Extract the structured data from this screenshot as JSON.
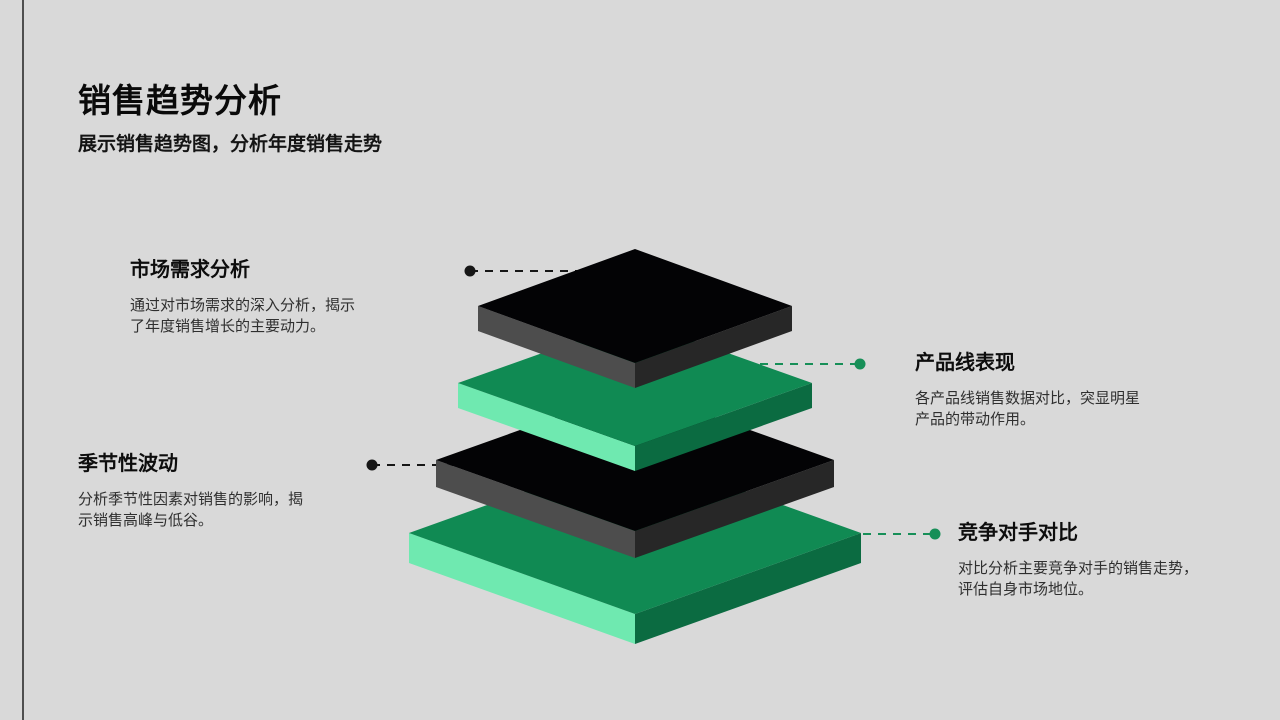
{
  "slide": {
    "title": "销售趋势分析",
    "subtitle": "展示销售趋势图，分析年度销售走势"
  },
  "callouts": {
    "market": {
      "title": "市场需求分析",
      "line1": "通过对市场需求的深入分析，揭示",
      "line2": "了年度销售增长的主要动力。"
    },
    "product": {
      "title": "产品线表现",
      "line1": "各产品线销售数据对比，突显明星",
      "line2": "产品的带动作用。"
    },
    "seasonal": {
      "title": "季节性波动",
      "line1": "分析季节性因素对销售的影响，揭",
      "line2": "示销售高峰与低谷。"
    },
    "competitor": {
      "title": "竞争对手对比",
      "line1": "对比分析主要竞争对手的销售走势，",
      "line2": "评估自身市场地位。"
    }
  },
  "diagram": {
    "type": "layered-3d-stack",
    "layers": [
      {
        "label": "市场需求分析",
        "scheme": "dark",
        "callout_side": "left"
      },
      {
        "label": "产品线表现",
        "scheme": "green",
        "callout_side": "right"
      },
      {
        "label": "季节性波动",
        "scheme": "dark",
        "callout_side": "left"
      },
      {
        "label": "竞争对手对比",
        "scheme": "green",
        "callout_side": "right"
      }
    ],
    "colors": {
      "background": "#d9d9d9",
      "edge_line": "#4f4f4f",
      "dark_top": "#030305",
      "dark_left": "#4d4d4d",
      "dark_right": "#272727",
      "green_top": "#108a53",
      "green_left": "#6fe9b0",
      "green_right": "#0b6b41",
      "connector_dark": "#161616",
      "connector_green": "#178f58"
    }
  }
}
